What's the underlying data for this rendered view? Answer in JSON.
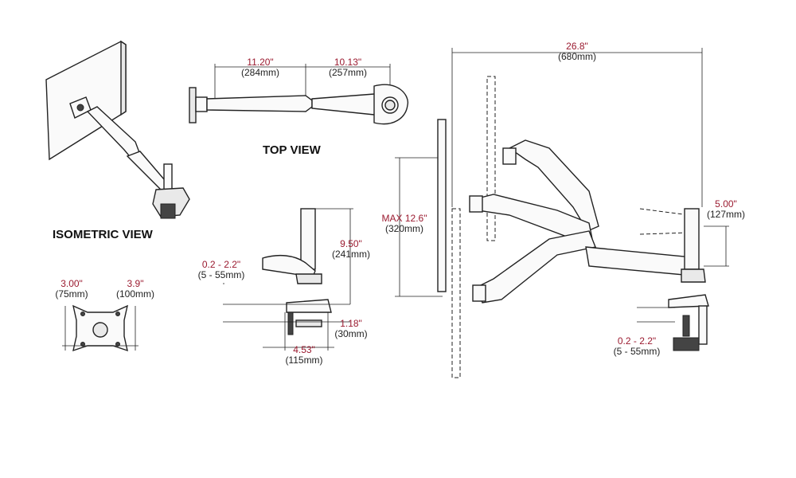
{
  "views": {
    "isometric": "ISOMETRIC VIEW",
    "top": "TOP VIEW"
  },
  "dimensions": {
    "top_arm1": {
      "imperial": "11.20\"",
      "metric": "(284mm)"
    },
    "top_arm2": {
      "imperial": "10.13\"",
      "metric": "(257mm)"
    },
    "total_reach": {
      "imperial": "26.8\"",
      "metric": "(680mm)"
    },
    "max_height": {
      "imperial": "MAX 12.6\"",
      "metric": "(320mm)"
    },
    "pole_height": {
      "imperial": "9.50\"",
      "metric": "(241mm)"
    },
    "clamp_range_left": {
      "imperial": "0.2 - 2.2\"",
      "metric": "(5 - 55mm)"
    },
    "clamp_depth": {
      "imperial": "1.18\"",
      "metric": "(30mm)"
    },
    "base_width": {
      "imperial": "4.53\"",
      "metric": "(115mm)"
    },
    "vesa_75": {
      "imperial": "3.00\"",
      "metric": "(75mm)"
    },
    "vesa_100": {
      "imperial": "3.9\"",
      "metric": "(100mm)"
    },
    "height_adjust": {
      "imperial": "5.00\"",
      "metric": "(127mm)"
    },
    "clamp_range_right": {
      "imperial": "0.2 - 2.2\"",
      "metric": "(5 - 55mm)"
    }
  },
  "colors": {
    "dimension_text": "#9b1b30",
    "metric_text": "#222222",
    "line": "#222222"
  }
}
